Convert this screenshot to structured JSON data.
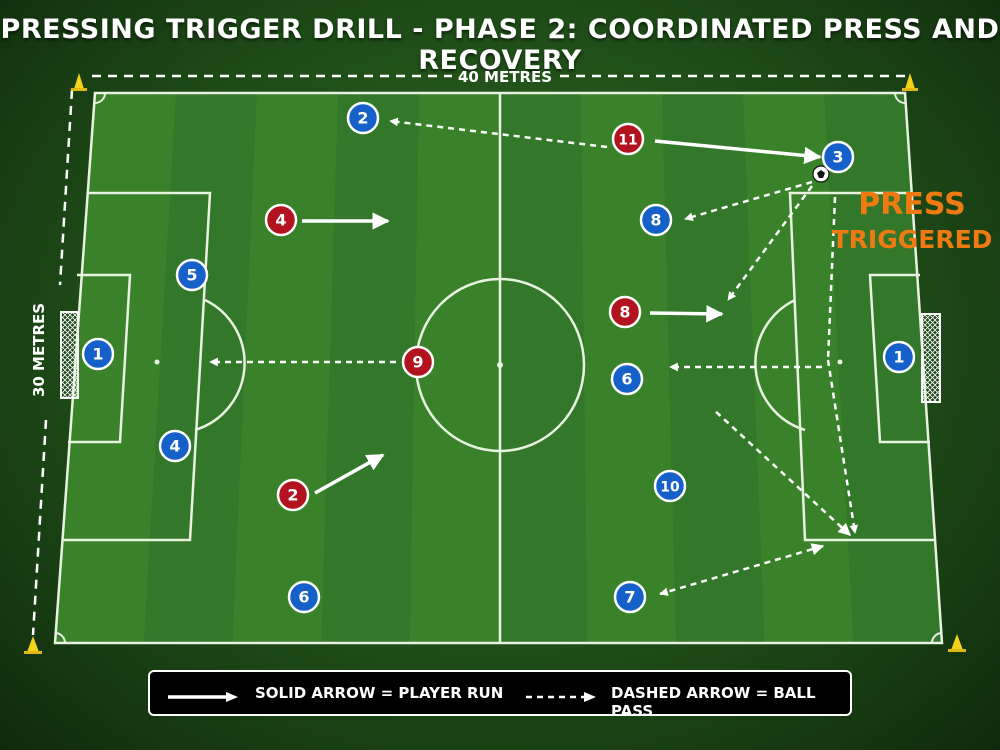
{
  "title": "PRESSING TRIGGER DRILL - PHASE 2: COORDINATED PRESS AND RECOVERY",
  "dimensions": {
    "width_label": "40 METRES",
    "height_label": "30 METRES"
  },
  "press_label": {
    "line1": "PRESS",
    "line2": "TRIGGERED"
  },
  "legend": {
    "solid_label": "SOLID ARROW = PLAYER RUN",
    "dashed_label": "DASHED ARROW = BALL PASS"
  },
  "colors": {
    "red_team": "#b3121f",
    "blue_team": "#1560c9",
    "press_text": "#f07a12",
    "pitch_light": "#3f8a2c",
    "pitch_dark": "#347824"
  },
  "players": {
    "red": [
      {
        "number": "11"
      },
      {
        "number": "4"
      },
      {
        "number": "8"
      },
      {
        "number": "9"
      },
      {
        "number": "2"
      }
    ],
    "blue": [
      {
        "number": "2"
      },
      {
        "number": "3"
      },
      {
        "number": "8"
      },
      {
        "number": "5"
      },
      {
        "number": "1"
      },
      {
        "number": "1"
      },
      {
        "number": "6"
      },
      {
        "number": "4"
      },
      {
        "number": "10"
      },
      {
        "number": "6"
      },
      {
        "number": "7"
      }
    ]
  },
  "icons": [
    "cone-icon",
    "football-icon",
    "goal-net-icon"
  ]
}
